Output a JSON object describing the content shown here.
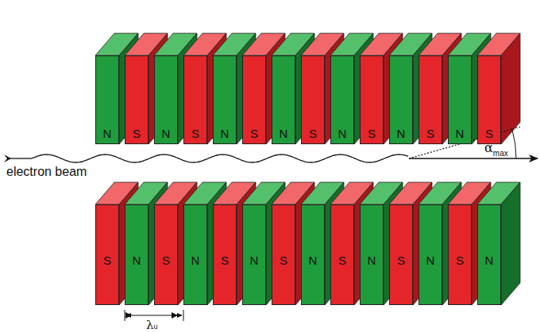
{
  "diagram": {
    "nodes": [
      {
        "text": [
          "N"
        ]
      },
      {
        "text": [
          "S"
        ]
      },
      {
        "text": [
          "N"
        ]
      },
      {
        "text": [
          "S"
        ]
      },
      {
        "text": [
          "N"
        ]
      },
      {
        "text": [
          "S"
        ]
      },
      {
        "text": [
          "N"
        ]
      },
      {
        "text": [
          "S"
        ]
      },
      {
        "text": [
          "N"
        ]
      },
      {
        "text": [
          "S"
        ]
      },
      {
        "text": [
          "N"
        ]
      },
      {
        "text": [
          "S"
        ]
      },
      {
        "text": [
          "N"
        ]
      },
      {
        "text": [
          "S"
        ]
      },
      {
        "text": [
          "S"
        ]
      },
      {
        "text": [
          "N"
        ]
      },
      {
        "text": [
          "S"
        ]
      },
      {
        "text": [
          "N"
        ]
      },
      {
        "text": [
          "S"
        ]
      },
      {
        "text": [
          "N"
        ]
      },
      {
        "text": [
          "S"
        ]
      },
      {
        "text": [
          "N"
        ]
      },
      {
        "text": [
          "S"
        ]
      },
      {
        "text": [
          "N"
        ]
      },
      {
        "text": [
          "S"
        ]
      },
      {
        "text": [
          "N"
        ]
      },
      {
        "text": [
          "S"
        ]
      },
      {
        "text": [
          "N"
        ]
      }
    ],
    "labels": [
      "electron beam",
      "α",
      "max",
      "λ",
      "u"
    ]
  }
}
